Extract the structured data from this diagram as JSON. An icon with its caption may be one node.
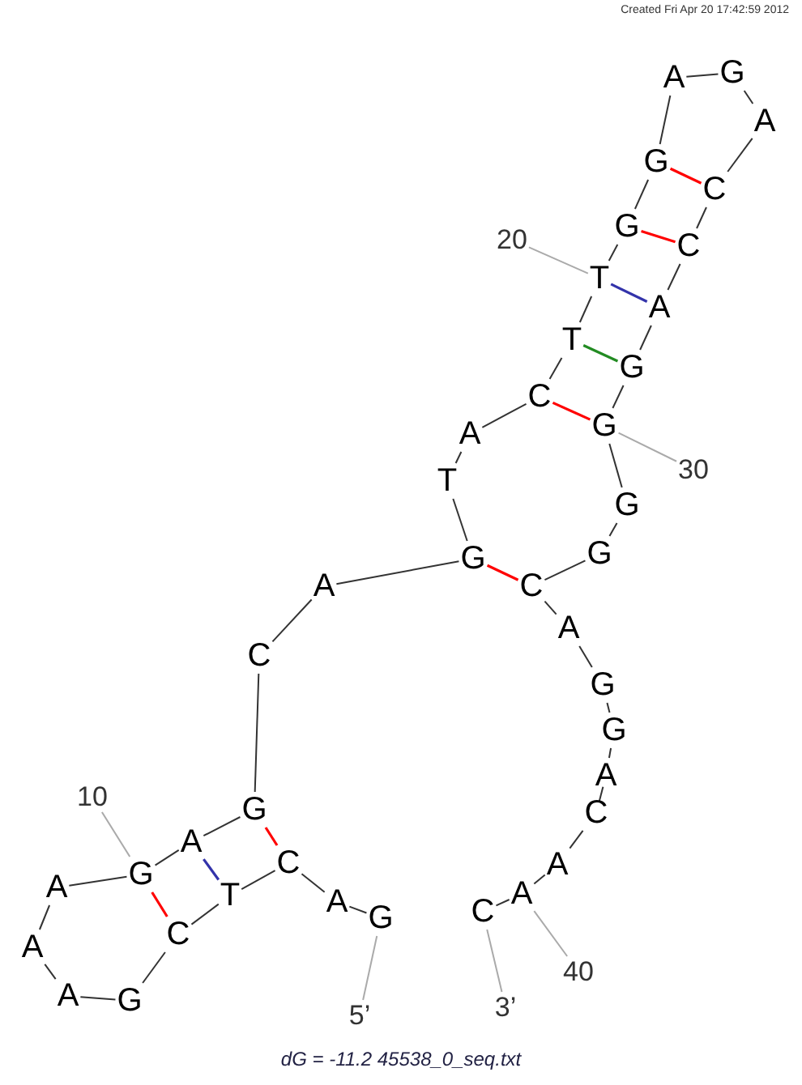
{
  "diagram": {
    "caption": "dG = -11.2 45538_0_seq.txt",
    "nodes": [
      {
        "text": [
          "G"
        ]
      },
      {
        "text": [
          "A"
        ]
      },
      {
        "text": [
          "C"
        ]
      },
      {
        "text": [
          "T"
        ]
      },
      {
        "text": [
          "C"
        ]
      },
      {
        "text": [
          "G"
        ]
      },
      {
        "text": [
          "A"
        ]
      },
      {
        "text": [
          "A"
        ]
      },
      {
        "text": [
          "A"
        ]
      },
      {
        "text": [
          "G"
        ]
      },
      {
        "text": [
          "A"
        ]
      },
      {
        "text": [
          "G"
        ]
      },
      {
        "text": [
          "C"
        ]
      },
      {
        "text": [
          "A"
        ]
      },
      {
        "text": [
          "G"
        ]
      },
      {
        "text": [
          "T"
        ]
      },
      {
        "text": [
          "A"
        ]
      },
      {
        "text": [
          "C"
        ]
      },
      {
        "text": [
          "T"
        ]
      },
      {
        "text": [
          "T"
        ]
      },
      {
        "text": [
          "G"
        ]
      },
      {
        "text": [
          "G"
        ]
      },
      {
        "text": [
          "A"
        ]
      },
      {
        "text": [
          "G"
        ]
      },
      {
        "text": [
          "A"
        ]
      },
      {
        "text": [
          "C"
        ]
      },
      {
        "text": [
          "C"
        ]
      },
      {
        "text": [
          "A"
        ]
      },
      {
        "text": [
          "G"
        ]
      },
      {
        "text": [
          "G"
        ]
      },
      {
        "text": [
          "G"
        ]
      },
      {
        "text": [
          "G"
        ]
      },
      {
        "text": [
          "C"
        ]
      },
      {
        "text": [
          "A"
        ]
      },
      {
        "text": [
          "G"
        ]
      },
      {
        "text": [
          "G"
        ]
      },
      {
        "text": [
          "A"
        ]
      },
      {
        "text": [
          "C"
        ]
      },
      {
        "text": [
          "A"
        ]
      },
      {
        "text": [
          "A"
        ]
      },
      {
        "text": [
          "C"
        ]
      },
      {
        "text": [
          "10"
        ]
      },
      {
        "text": [
          "20"
        ]
      },
      {
        "text": [
          "30"
        ]
      },
      {
        "text": [
          "40"
        ]
      },
      {
        "text": [
          "5’"
        ]
      },
      {
        "text": [
          "3’"
        ]
      }
    ],
    "edges": [
      {
        "from": 0,
        "to": 1,
        "arrow": "none"
      },
      {
        "from": 1,
        "to": 2,
        "arrow": "none"
      },
      {
        "from": 2,
        "to": 3,
        "arrow": "none"
      },
      {
        "from": 3,
        "to": 4,
        "arrow": "none"
      },
      {
        "from": 4,
        "to": 5,
        "arrow": "none"
      },
      {
        "from": 5,
        "to": 6,
        "arrow": "none"
      },
      {
        "from": 6,
        "to": 7,
        "arrow": "none"
      },
      {
        "from": 7,
        "to": 8,
        "arrow": "none"
      },
      {
        "from": 8,
        "to": 9,
        "arrow": "none"
      },
      {
        "from": 9,
        "to": 10,
        "arrow": "none"
      },
      {
        "from": 10,
        "to": 11,
        "arrow": "none"
      },
      {
        "from": 11,
        "to": 12,
        "arrow": "none"
      },
      {
        "from": 12,
        "to": 13,
        "arrow": "none"
      },
      {
        "from": 13,
        "to": 14,
        "arrow": "none"
      },
      {
        "from": 14,
        "to": 15,
        "arrow": "none"
      },
      {
        "from": 15,
        "to": 16,
        "arrow": "none"
      },
      {
        "from": 16,
        "to": 17,
        "arrow": "none"
      },
      {
        "from": 17,
        "to": 18,
        "arrow": "none"
      },
      {
        "from": 18,
        "to": 19,
        "arrow": "none"
      },
      {
        "from": 19,
        "to": 20,
        "arrow": "none"
      },
      {
        "from": 20,
        "to": 21,
        "arrow": "none"
      },
      {
        "from": 21,
        "to": 22,
        "arrow": "none"
      },
      {
        "from": 22,
        "to": 23,
        "arrow": "none"
      },
      {
        "from": 23,
        "to": 24,
        "arrow": "none"
      },
      {
        "from": 24,
        "to": 25,
        "arrow": "none"
      },
      {
        "from": 25,
        "to": 26,
        "arrow": "none"
      },
      {
        "from": 26,
        "to": 27,
        "arrow": "none"
      },
      {
        "from": 27,
        "to": 28,
        "arrow": "none"
      },
      {
        "from": 28,
        "to": 29,
        "arrow": "none"
      },
      {
        "from": 29,
        "to": 30,
        "arrow": "none"
      },
      {
        "from": 30,
        "to": 31,
        "arrow": "none"
      },
      {
        "from": 31,
        "to": 32,
        "arrow": "none"
      },
      {
        "from": 32,
        "to": 33,
        "arrow": "none"
      },
      {
        "from": 33,
        "to": 34,
        "arrow": "none"
      },
      {
        "from": 34,
        "to": 35,
        "arrow": "none"
      },
      {
        "from": 35,
        "to": 36,
        "arrow": "none"
      },
      {
        "from": 36,
        "to": 37,
        "arrow": "none"
      },
      {
        "from": 37,
        "to": 38,
        "arrow": "none"
      },
      {
        "from": 38,
        "to": 39,
        "arrow": "none"
      },
      {
        "from": 39,
        "to": 40,
        "arrow": "none"
      },
      {
        "from": 2,
        "to": 11,
        "arrow": "none",
        "color": "#ff0000"
      },
      {
        "from": 3,
        "to": 10,
        "arrow": "none",
        "color": "#3333aa"
      },
      {
        "from": 4,
        "to": 9,
        "arrow": "none",
        "color": "#ff0000"
      },
      {
        "from": 14,
        "to": 32,
        "arrow": "none",
        "color": "#ff0000"
      },
      {
        "from": 17,
        "to": 29,
        "arrow": "none",
        "color": "#ff0000"
      },
      {
        "from": 18,
        "to": 28,
        "arrow": "none",
        "color": "#228b22"
      },
      {
        "from": 19,
        "to": 27,
        "arrow": "none",
        "color": "#3333aa"
      },
      {
        "from": 20,
        "to": 26,
        "arrow": "none",
        "color": "#ff0000"
      },
      {
        "from": 21,
        "to": 25,
        "arrow": "none",
        "color": "#ff0000"
      },
      {
        "from": 41,
        "to": 9,
        "arrow": "none",
        "color": "#aaaaaa"
      },
      {
        "from": 42,
        "to": 19,
        "arrow": "none",
        "color": "#aaaaaa"
      },
      {
        "from": 43,
        "to": 29,
        "arrow": "none",
        "color": "#aaaaaa"
      },
      {
        "from": 44,
        "to": 39,
        "arrow": "none",
        "color": "#aaaaaa"
      },
      {
        "from": 45,
        "to": 0,
        "arrow": "none",
        "color": "#aaaaaa"
      },
      {
        "from": 46,
        "to": 40,
        "arrow": "none",
        "color": "#aaaaaa"
      }
    ],
    "labels": [
      "Created Fri Apr 20 17:42:59 2012"
    ]
  }
}
